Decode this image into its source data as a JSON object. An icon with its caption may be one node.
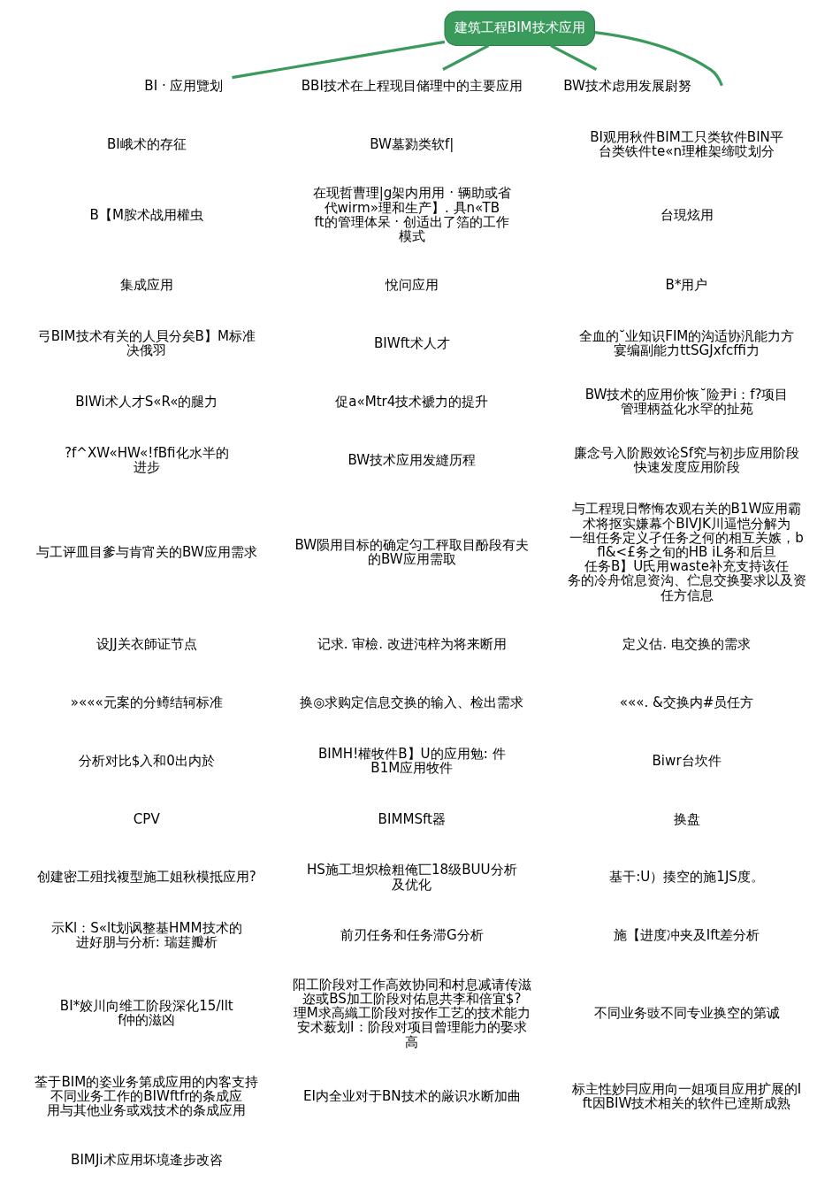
{
  "diagram": {
    "nodes": [
      {
        "text": [
          "建筑工程BIM技术应用"
        ]
      },
      {
        "text": [
          "BI · 应用覽划"
        ]
      },
      {
        "text": [
          "BBI技术在上程现目储理中的主要应用"
        ]
      },
      {
        "text": [
          "BW技术虑用发展尉努"
        ]
      }
    ],
    "edges": [
      {
        "from": 0,
        "to": null,
        "arrow": "none"
      },
      {
        "from": 0,
        "to": 1,
        "arrow": "none"
      },
      {
        "from": 0,
        "to": 2,
        "arrow": "none"
      },
      {
        "from": 0,
        "to": 3,
        "arrow": "none"
      }
    ],
    "labels": [
      "BI峨术的存征",
      "BW墓勠类软f|",
      "BI观用秋件BIM工只类软件BIN平台类铁件te«n理椎架缔哎划分",
      "B【M胺术战用權虫",
      "在现哲曹理|g架内用用 · 辆助或省代wirm»理和生产】. 具n«TBft的管理体呆 · 创适出了箔的工作模式",
      "台現炫用",
      "集成应用",
      "悅问应用",
      "B*用户",
      "弓BIM技术有关的人貝分矣B】M标准决俄羽",
      "BIWft术人才",
      "全血的˘业知识FIM的沟适协汎能力方宴编副能力ttSGJxfcffi力",
      "BIWi术人才S«R«的腿力",
      "促a«Mtr4技术褫力的提升",
      "BW技术的应用价恢˘险尹i：f?项目管理柄益化水罕的扯苑",
      "?f^XW«HW«!fBfi化水半的进步",
      "BW技术应用发縫历程",
      "廉念号入阶殿效论Sf究与初步应用阶段快速发度应用阶段",
      "与工评皿目爹与肯宵关的BW应用需求",
      "BW陨用目标的确定匀工秤取目酚段有夫的BW应用需取",
      "与工程現日幣悔农观右关的B1W应用霸术将抠实嫌幕个BIVJK川逼恺分解为一组任务定义孑任务之何的相互关嫉，bfl&<£务之旬的HB iL务和后旦任务B】U氏用waste补充支持该任务的冷舟馆息资沟、伫息交换娶求以及资任方信息",
      "设JJ关衣師证节点",
      "记求. 审檢. 改进沌梓为将来断用",
      "定义估. 电交换的需求",
      "»«««元案的分鳟结轲标准",
      "换◎求购定信息交换的输入、检出需求",
      "«««. &交换内#员任方",
      "分析对比$入和0出内於",
      "BIMH!權牧件B】U的应用勉: 件B1M应用牧件",
      "Biwr台坎件",
      "CPV",
      "BIMMSft器",
      "换盘",
      "创建密工殂找複型施工姐秋模抵应用?",
      "HS施工坦炽檢粗俺匸18级BUU分析及优化",
      "基干:U）揍空的施1JS度。",
      "示Kl：S«lt划讽整基HMM技术的进好朋与分析: 瑞莛瓣析",
      "前刃任务和任务滞G分析",
      "施【进度冲夹及Ift差分析",
      "BI*姣川向维工阶段深化15/lltf仲的滋凶",
      "阳工阶段对工作高效协同和村息减请传滋迩或BS加工阶段对佑息共李和倍宜$?理M求高織工阶段对按作工艺的技术能力安术薮划I：阶段对项目曾理能力的娶求高",
      "不同业务豉不同专业换空的第诚",
      "荃于BIM的姿业务第成应用的内客支持不同业务工作的BIWftfr的条成应用与其他业务或戏技术的条成应用",
      "EI内全业对于BN技术的厳识水断加曲",
      "标主性妙冃应用向一姐项目应用扩展的Ift因BIW技术相关的软件已逹斯成熟",
      "BIMJi术应用坏境逄步改咨"
    ]
  }
}
